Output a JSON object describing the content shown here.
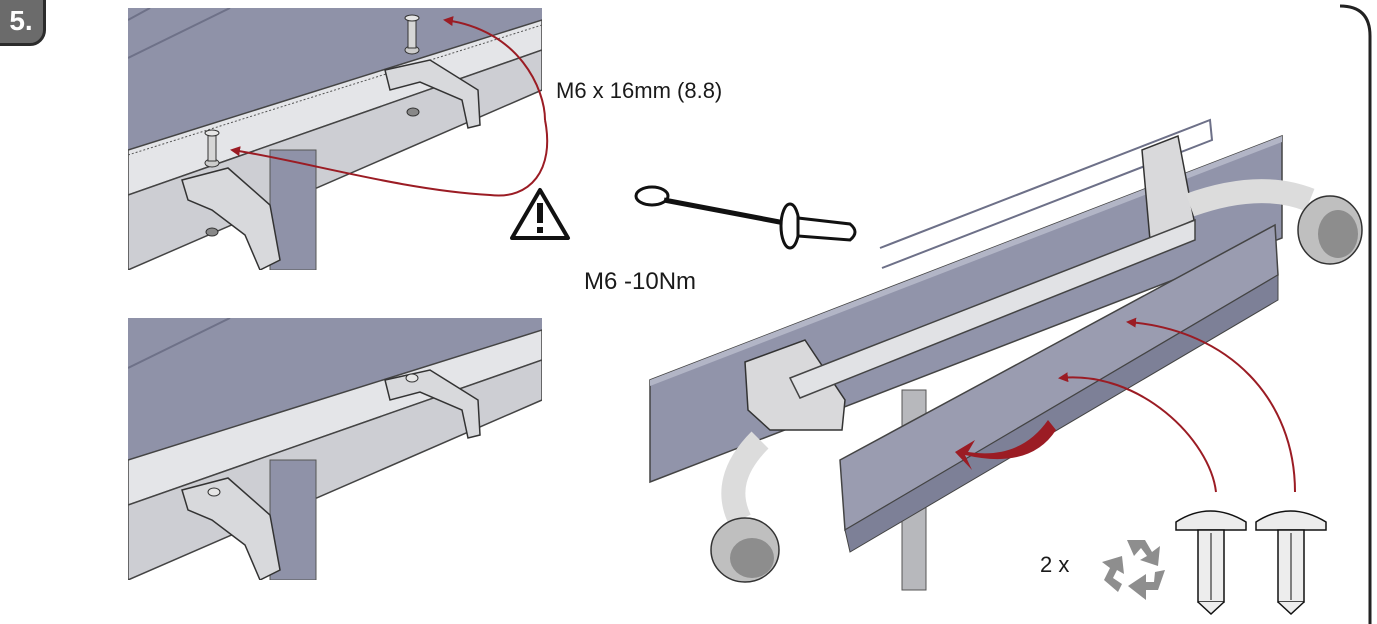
{
  "step": {
    "number": "5."
  },
  "labels": {
    "bolt_spec": "M6 x 16mm (8.8)",
    "torque_spec": "M6 -10Nm",
    "quantity": "2 x"
  },
  "icons": {
    "warning": "warning-triangle-icon",
    "torque_wrench": "torque-wrench-icon",
    "recycle": "recycle-icon",
    "push_rivet": "push-rivet-clip-icon"
  },
  "colors": {
    "arrow": "#9b1c24",
    "panel": "#8f92a8",
    "steel": "#c9cacc",
    "outline": "#333333",
    "badge": "#6b6b6b",
    "frame": "#222222"
  }
}
